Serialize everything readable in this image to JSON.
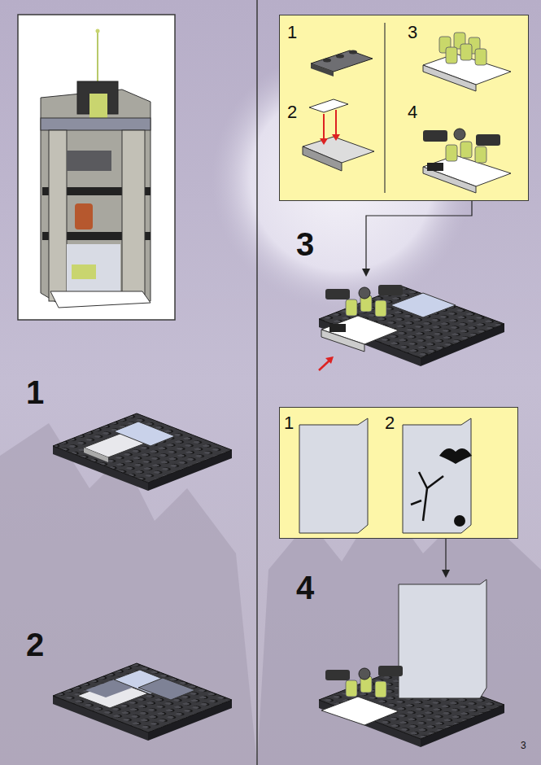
{
  "diagram": {
    "nodes": [
      {
        "text": [
          "1",
          "2",
          "3",
          "4"
        ]
      },
      {
        "text": [
          "1",
          "2"
        ]
      }
    ],
    "labels": [
      "1",
      "2",
      "3",
      "4",
      "3"
    ]
  }
}
